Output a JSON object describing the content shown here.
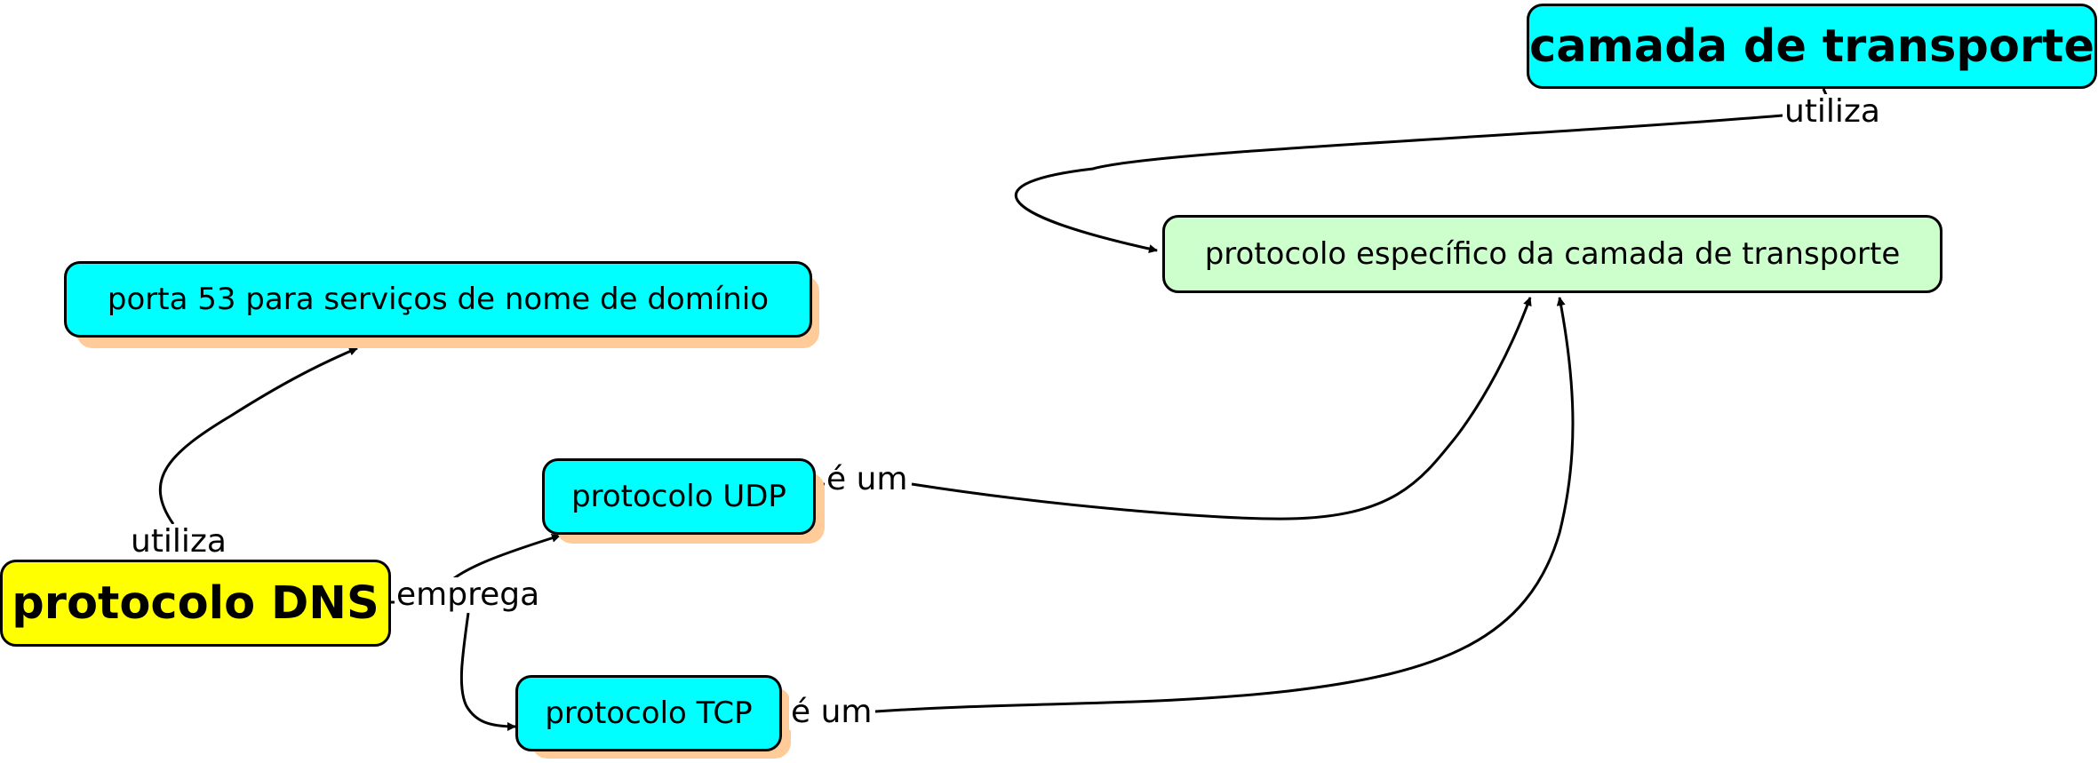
{
  "nodes": {
    "camada_transporte": {
      "label": "camada de transporte",
      "fill": "#00ffff"
    },
    "protocolo_especifico": {
      "label": "protocolo específico da camada de transporte",
      "fill": "#ccffcc"
    },
    "porta53": {
      "label": "porta 53 para serviços de nome de domínio",
      "fill": "#00ffff"
    },
    "protocolo_udp": {
      "label": "protocolo UDP",
      "fill": "#00ffff"
    },
    "protocolo_dns": {
      "label": "protocolo DNS",
      "fill": "#ffff00"
    },
    "protocolo_tcp": {
      "label": "protocolo TCP",
      "fill": "#00ffff"
    }
  },
  "links": {
    "utiliza_top": "utiliza",
    "utiliza_left": "utiliza",
    "emprega": "emprega",
    "e_um_udp": "é um",
    "e_um_tcp": "é um"
  },
  "colors": {
    "shadow": "#ffcc99",
    "border": "#000000",
    "edge": "#000000"
  }
}
